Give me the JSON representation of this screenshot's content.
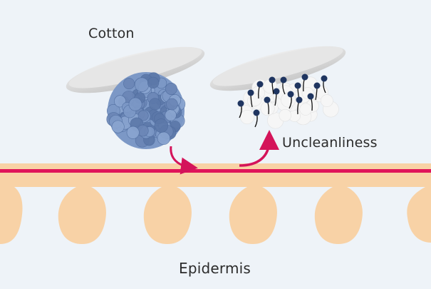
{
  "labels": {
    "cotton": "Cotton",
    "uncleanliness": "Uncleanliness",
    "epidermis": "Epidermis"
  },
  "colors": {
    "background": "#eef3f8",
    "skin": "#f8d2a6",
    "skin_line": "#e0145a",
    "arrow": "#d4145a",
    "ball": "#6a87b8",
    "dirt": "#1f3560",
    "pad": "#dcdcdc"
  },
  "icons": {
    "arrow_down": "curved-arrow-into-skin",
    "arrow_up": "curved-arrow-out-of-skin"
  }
}
